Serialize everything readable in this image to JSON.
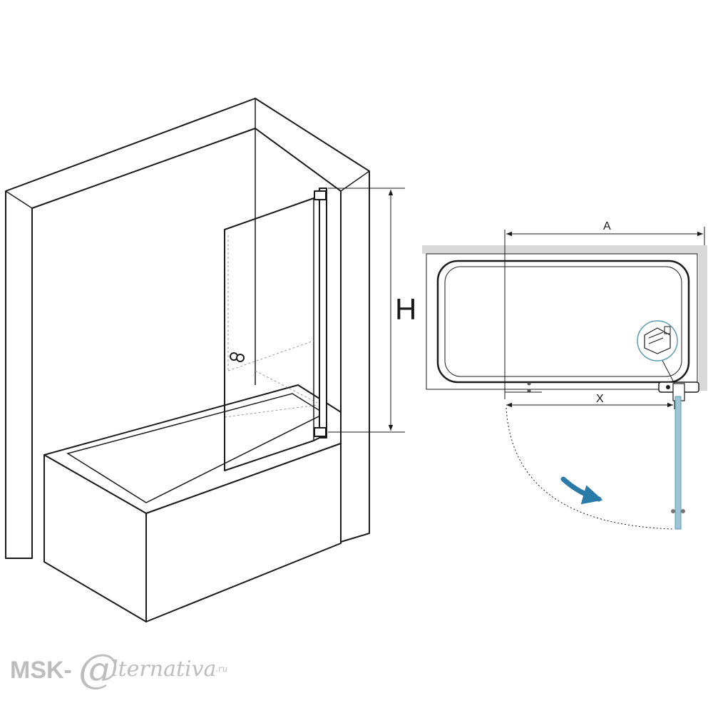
{
  "iso_view": {
    "height_label": "H"
  },
  "plan_view": {
    "width_label": "A",
    "opening_label": "X"
  },
  "colors": {
    "line": "#1a1a1a",
    "glass": "#9cc4d4",
    "arrow": "#2a7ba8",
    "watermark": "#bdbdbd"
  },
  "watermark": {
    "prefix": "MSK-",
    "script": "lternativa",
    "suffix": ".ru"
  }
}
